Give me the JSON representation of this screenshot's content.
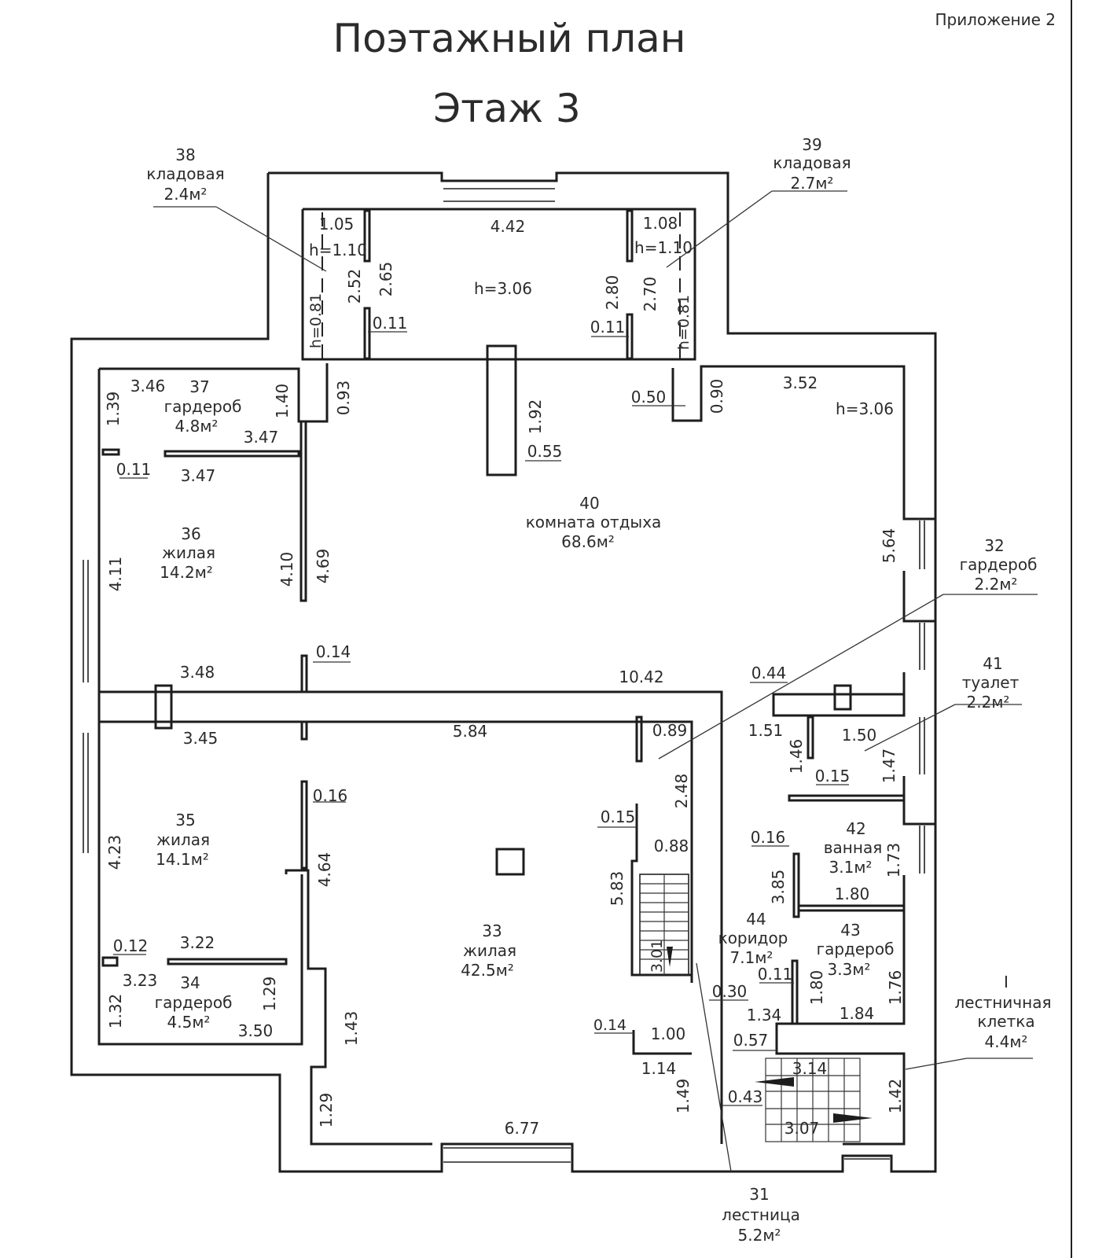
{
  "header": {
    "title": "Поэтажный план",
    "floor": "Этаж 3",
    "appendix": "Приложение 2"
  },
  "rooms": [
    {
      "num": "38",
      "name": "кладовая",
      "area": "2.4м²"
    },
    {
      "num": "39",
      "name": "кладовая",
      "area": "2.7м²"
    },
    {
      "num": "37",
      "name": "гардероб",
      "area": "4.8м²"
    },
    {
      "num": "40",
      "name": "комната отдыха",
      "area": "68.6м²"
    },
    {
      "num": "36",
      "name": "жилая",
      "area": "14.2м²"
    },
    {
      "num": "32",
      "name": "гардероб",
      "area": "2.2м²"
    },
    {
      "num": "41",
      "name": "туалет",
      "area": "2.2м²"
    },
    {
      "num": "35",
      "name": "жилая",
      "area": "14.1м²"
    },
    {
      "num": "42",
      "name": "ванная",
      "area": "3.1м²"
    },
    {
      "num": "33",
      "name": "жилая",
      "area": "42.5м²"
    },
    {
      "num": "44",
      "name": "коридор",
      "area": "7.1м²"
    },
    {
      "num": "43",
      "name": "гардероб",
      "area": "3.3м²"
    },
    {
      "num": "34",
      "name": "гардероб",
      "area": "4.5м²"
    },
    {
      "num": "I",
      "name1": "лестничная",
      "name2": "клетка",
      "area": "4.4м²"
    },
    {
      "num": "31",
      "name": "лестница",
      "area": "5.2м²"
    }
  ],
  "dimensions": [
    "1.05",
    "h=1.10",
    "4.42",
    "1.08",
    "h=1.10",
    "2.52",
    "2.65",
    "h=3.06",
    "2.80",
    "2.70",
    "h=0.81",
    "0.11",
    "0.11",
    "h=0.81",
    "3.46",
    "1.39",
    "1.40",
    "0.93",
    "0.50",
    "0.90",
    "3.52",
    "h=3.06",
    "3.47",
    "1.92",
    "0.11",
    "3.47",
    "0.55",
    "4.10",
    "4.69",
    "4.11",
    "5.64",
    "0.14",
    "3.48",
    "10.42",
    "0.44",
    "3.45",
    "5.84",
    "0.89",
    "1.51",
    "1.46",
    "1.50",
    "1.47",
    "0.15",
    "0.16",
    "2.48",
    "4.23",
    "0.15",
    "0.88",
    "0.16",
    "4.64",
    "5.83",
    "1.73",
    "3.85",
    "1.80",
    "0.12",
    "3.22",
    "3.01",
    "3.23",
    "1.29",
    "1.32",
    "3.50",
    "0.11",
    "1.80",
    "1.76",
    "0.30",
    "1.34",
    "1.84",
    "1.43",
    "0.14",
    "1.00",
    "0.57",
    "1.14",
    "3.14",
    "1.49",
    "0.43",
    "1.42",
    "1.29",
    "6.77",
    "3.07"
  ]
}
